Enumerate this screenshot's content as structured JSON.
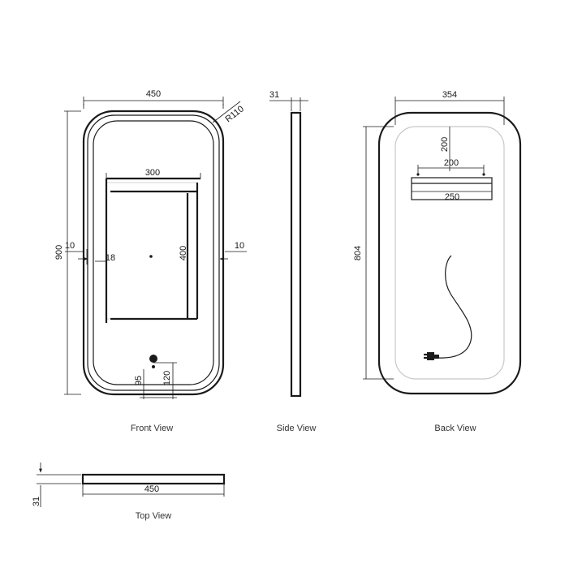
{
  "views": {
    "front": {
      "caption": "Front View",
      "width": "450",
      "height": "900",
      "radius": "R110",
      "inner_width": "300",
      "inner_height": "400",
      "left_margin": "10",
      "right_margin": "10",
      "inner_offset": "18",
      "button_from_bottom": "120",
      "button_offset": "95"
    },
    "side": {
      "caption": "Side View",
      "depth": "31"
    },
    "back": {
      "caption": "Back View",
      "width": "354",
      "height": "804",
      "bracket_from_top": "200",
      "bracket_hole_spacing": "200",
      "bracket_length": "250"
    },
    "top": {
      "caption": "Top View",
      "width": "450",
      "depth": "31"
    }
  },
  "icons": [
    "power-plug-icon",
    "touch-sensor-icon"
  ],
  "colors": {
    "line": "#1a1a1a",
    "inner_outline": "#c8c8c8",
    "background": "#ffffff"
  }
}
